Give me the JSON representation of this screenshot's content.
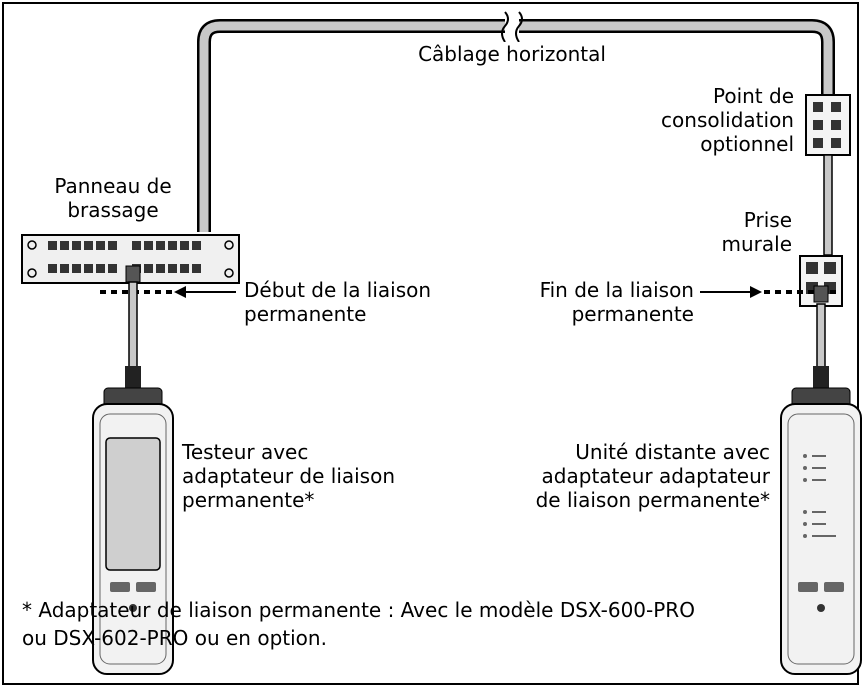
{
  "labels": {
    "horizontal_cabling": "Câblage horizontal",
    "consolidation_point": "Point de\nconsolidation\noptionnel",
    "patch_panel": "Panneau de\nbrassage",
    "wall_outlet": "Prise\nmurale",
    "link_start": "Début de la liaison\npermanente",
    "link_end": "Fin de la liaison\npermanente",
    "tester": "Testeur avec\nadaptateur de liaison\npermanente*",
    "remote": "Unité distante avec\nadaptateur adaptateur\nde liaison permanente*"
  },
  "footnote": "* Adaptateur de liaison permanente :  Avec le modèle DSX-600-PRO\n  ou DSX-602-PRO ou en option.",
  "colors": {
    "cable_fill": "#c8c8c8",
    "device_body": "#f2f2f2",
    "screen": "#cfcfcf",
    "ink": "#000000"
  }
}
